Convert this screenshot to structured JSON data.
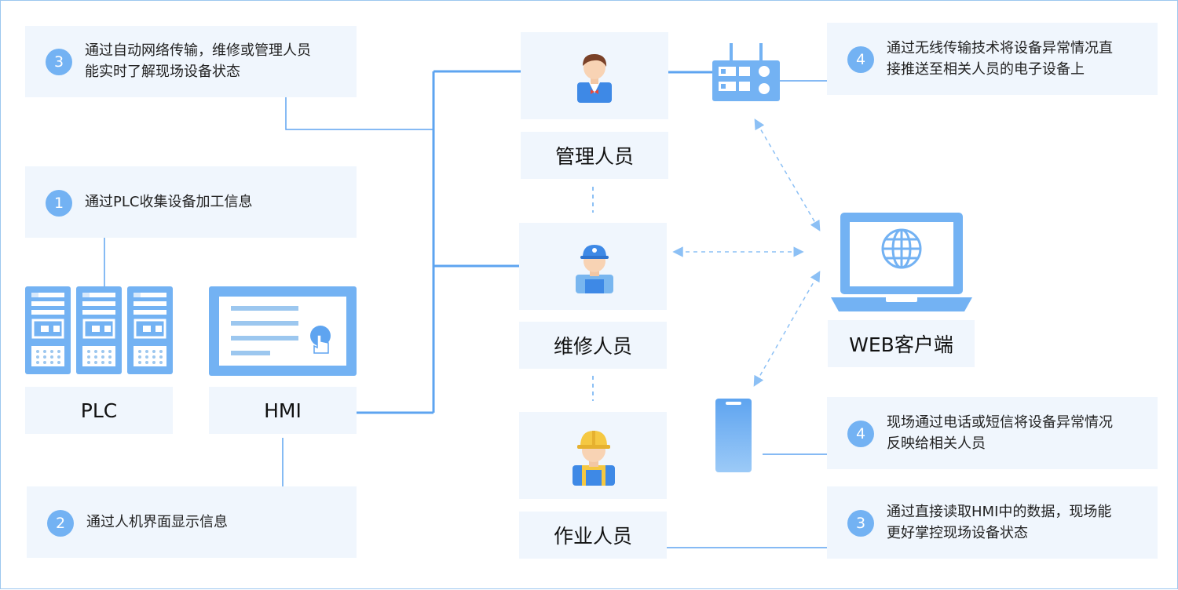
{
  "notes": {
    "n1": {
      "num": "1",
      "text": "通过PLC收集设备加工信息"
    },
    "n2": {
      "num": "2",
      "text": "通过人机界面显示信息"
    },
    "n3a": {
      "num": "3",
      "line1": "通过自动网络传输，维修或管理人员",
      "line2": "能实时了解现场设备状态"
    },
    "n3b": {
      "num": "3",
      "line1": "通过直接读取HMI中的数据，现场能",
      "line2": "更好掌控现场设备状态"
    },
    "n4a": {
      "num": "4",
      "line1": "通过无线传输技术将设备异常情况直",
      "line2": "接推送至相关人员的电子设备上"
    },
    "n4b": {
      "num": "4",
      "line1": "现场通过电话或短信将设备异常情况",
      "line2": "反映给相关人员"
    }
  },
  "devices": {
    "plc": "PLC",
    "hmi": "HMI",
    "web": "WEB客户端"
  },
  "roles": {
    "manager": "管理人员",
    "maintenance": "维修人员",
    "operator": "作业人员"
  },
  "colors": {
    "accent": "#73b2f3",
    "line": "#5ea4f0",
    "panel": "#f0f6fd",
    "border": "#9cc7ef"
  },
  "icons": [
    "server-rack-icon",
    "hmi-touch-screen-icon",
    "manager-avatar-icon",
    "maintenance-worker-avatar-icon",
    "operator-avatar-icon",
    "wireless-router-icon",
    "laptop-globe-icon",
    "smartphone-icon"
  ]
}
